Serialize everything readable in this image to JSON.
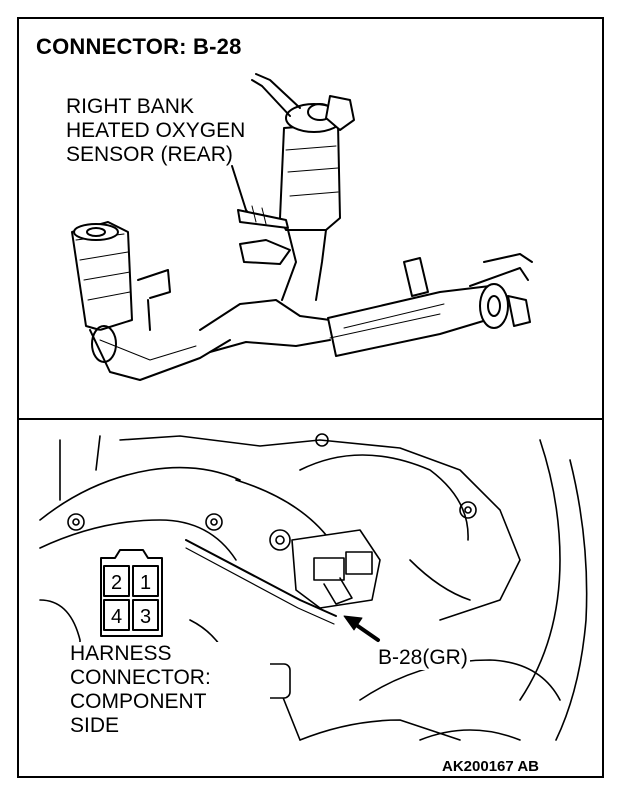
{
  "title": "CONNECTOR: B-28",
  "sensor_label": {
    "line1": "RIGHT BANK",
    "line2": "HEATED OXYGEN",
    "line3": "SENSOR (REAR)"
  },
  "connector_pins": [
    "2",
    "1",
    "4",
    "3"
  ],
  "harness_label": {
    "line1": "HARNESS",
    "line2": "CONNECTOR:",
    "line3": "COMPONENT",
    "line4": "SIDE"
  },
  "callout_label": "B-28(GR)",
  "figure_code": "AK200167 AB"
}
